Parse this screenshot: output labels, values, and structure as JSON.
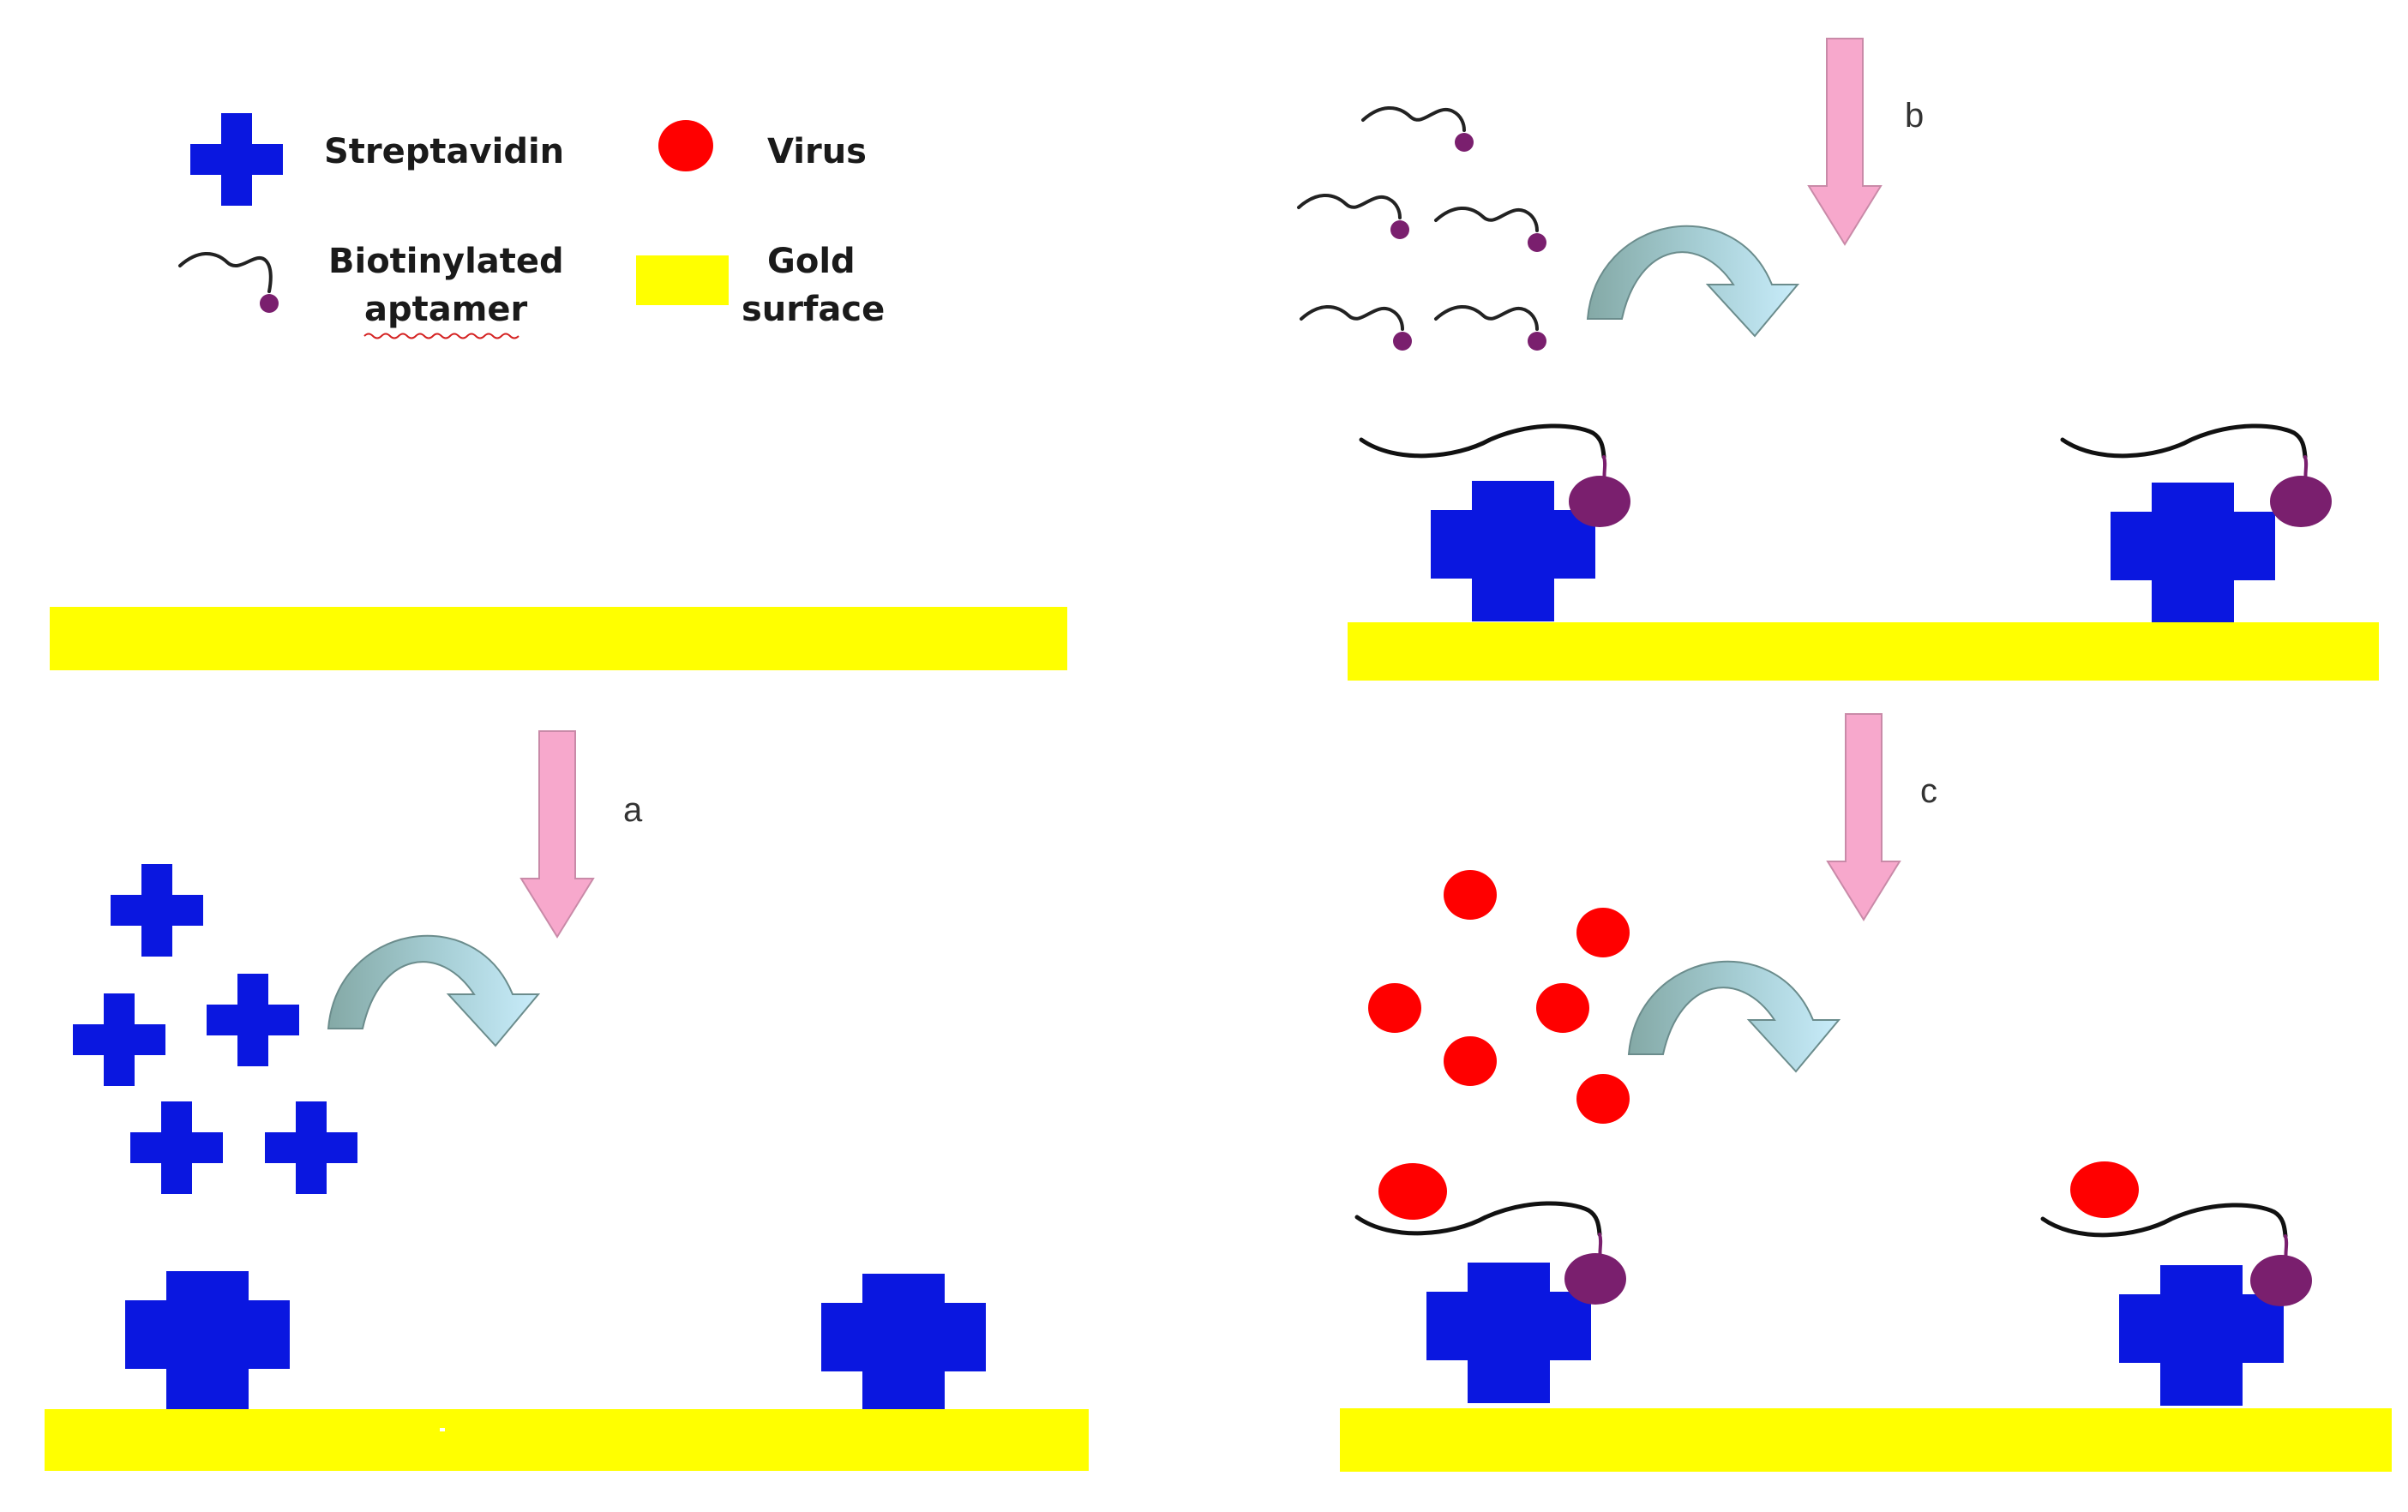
{
  "legend": {
    "streptavidin": "Streptavidin",
    "virus": "Virus",
    "aptamer_line1": "Biotinylated",
    "aptamer_line2": "aptamer",
    "gold_line1": "Gold",
    "gold_line2": "surface"
  },
  "steps": {
    "a": "a",
    "b": "b",
    "c": "c"
  },
  "colors": {
    "streptavidin": "#0a17e0",
    "virus": "#ff0000",
    "gold": "#ffff00",
    "biotin": "#7a1f6e",
    "step_arrow": "#f7a8cc",
    "curved_arrow_dark": "#8fb3b1",
    "curved_arrow_light": "#bfe6f5"
  }
}
